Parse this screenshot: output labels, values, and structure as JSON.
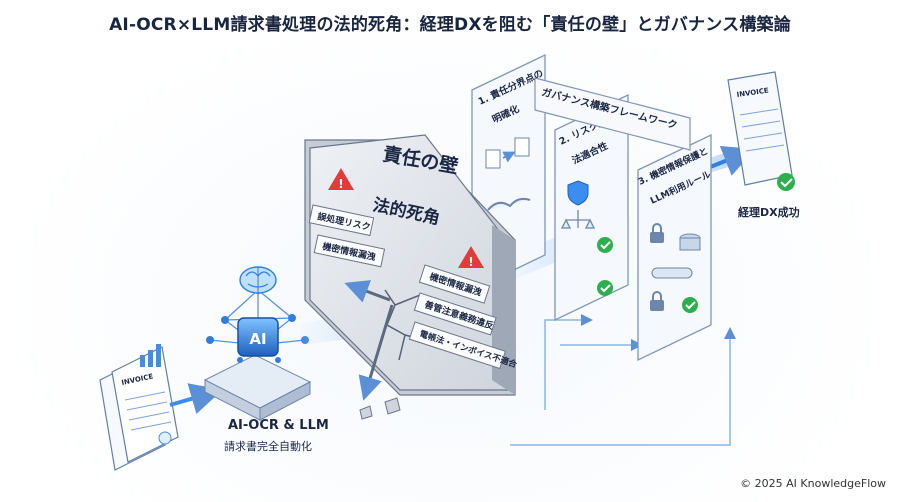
{
  "title": "AI-OCR×LLM請求書処理の法的死角：経理DXを阻む「責任の壁」とガバナンス構築論",
  "source": {
    "invoice_label": "INVOICE"
  },
  "ai_engine": {
    "chip_label": "AI",
    "caption": "AI-OCR & LLM",
    "subcaption": "請求書完全自動化"
  },
  "wall": {
    "heading": "責任の壁",
    "subheading": "法的死角",
    "left_risks": [
      "誤処理リスク",
      "機密情報漏洩"
    ],
    "right_risks": [
      "機密情報漏洩",
      "善管注意義務違反",
      "電帳法・インボイス不適合"
    ]
  },
  "framework": {
    "banner": "ガバナンス構築フレームワーク",
    "panels": [
      {
        "title_line1": "1. 責任分界点の",
        "title_line2": "明確化"
      },
      {
        "title_line1": "2. リスク統制と",
        "title_line2": "法適合性"
      },
      {
        "title_line1": "3. 機密情報保護と",
        "title_line2": "LLM利用ルール"
      }
    ]
  },
  "outcome": {
    "invoice_label": "INVOICE",
    "label": "経理DX成功"
  },
  "copyright": "© 2025 AI KnowledgeFlow",
  "colors": {
    "accent_blue": "#2f7fe0",
    "check_green": "#2fae4e",
    "warning_red": "#e23b3b",
    "wall_gray": "#d8dde4",
    "panel_fill": "#f5f8fc"
  }
}
